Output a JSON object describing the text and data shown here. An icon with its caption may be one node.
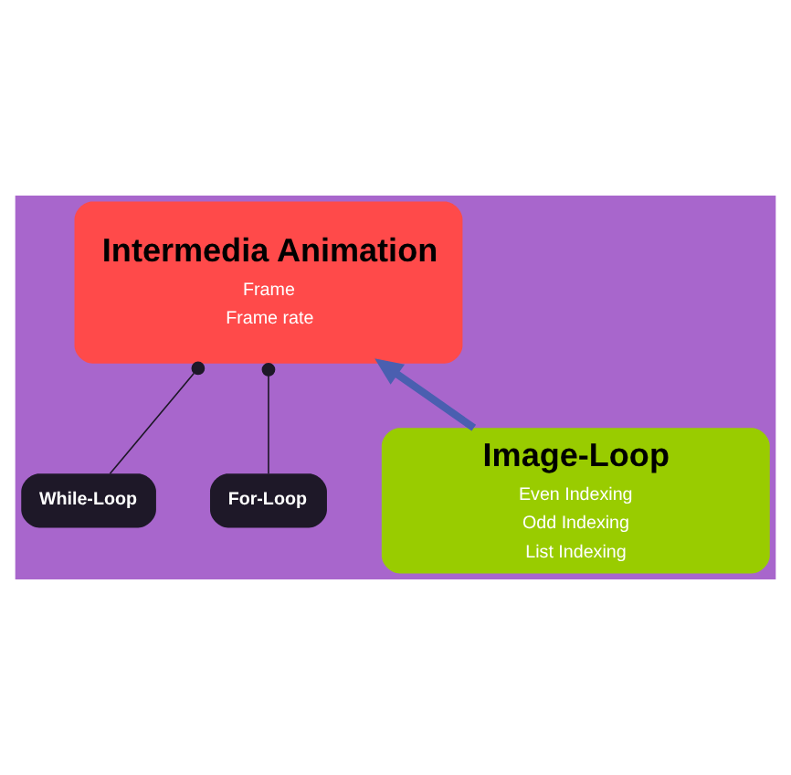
{
  "diagram": {
    "nodes": [
      {
        "text": [
          "Intermedia Animation",
          "Frame",
          "Frame rate"
        ]
      },
      {
        "text": [
          "While-Loop"
        ]
      },
      {
        "text": [
          "For-Loop"
        ]
      },
      {
        "text": [
          "Image-Loop",
          "Even Indexing",
          "Odd Indexing",
          "List Indexing"
        ]
      }
    ],
    "edges": [
      {
        "from": 1,
        "to": 0,
        "arrow": "other"
      },
      {
        "from": 2,
        "to": 0,
        "arrow": "other"
      },
      {
        "from": 3,
        "to": 0,
        "arrow": "to",
        "style": "thick",
        "color": "#4a5fb0"
      }
    ]
  }
}
